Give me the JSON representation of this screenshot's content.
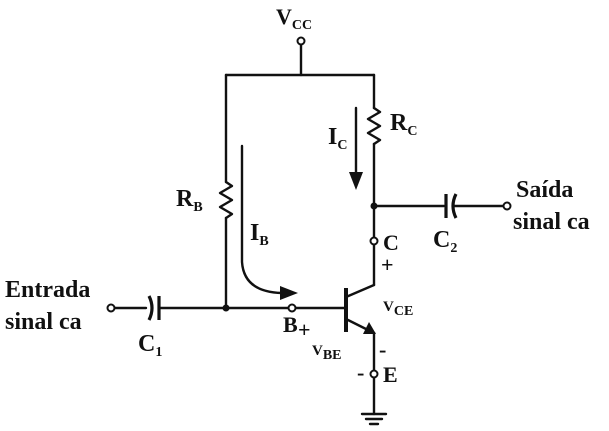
{
  "supply": {
    "main": "V",
    "sub": "CC"
  },
  "resistors": {
    "rb": {
      "main": "R",
      "sub": "B"
    },
    "rc": {
      "main": "R",
      "sub": "C"
    }
  },
  "currents": {
    "ib": {
      "main": "I",
      "sub": "B"
    },
    "ic": {
      "main": "I",
      "sub": "C"
    }
  },
  "capacitors": {
    "c1": {
      "main": "C",
      "sub": "1"
    },
    "c2": {
      "main": "C",
      "sub": "2"
    }
  },
  "input": {
    "line1": "Entrada",
    "line2": "sinal ca"
  },
  "output": {
    "line1": "Saída",
    "line2": "sinal ca"
  },
  "terminals": {
    "base": "B",
    "collector": "C",
    "emitter": "E"
  },
  "voltages": {
    "vce": {
      "main": "V",
      "sub": "CE"
    },
    "vbe": {
      "main": "V",
      "sub": "BE"
    }
  },
  "polarity": {
    "plus": "+",
    "minus": "-"
  }
}
